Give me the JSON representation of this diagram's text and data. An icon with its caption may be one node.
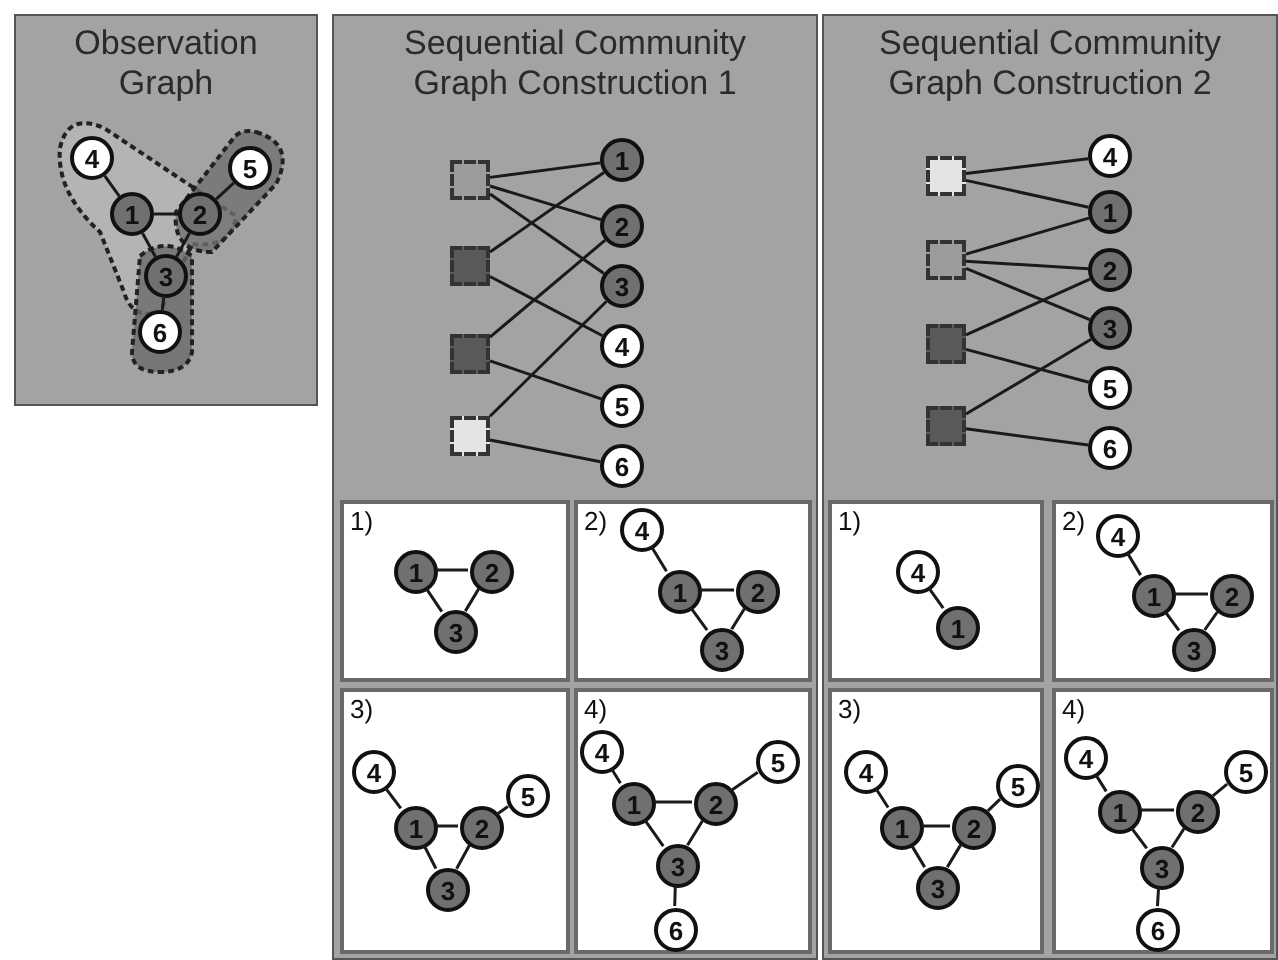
{
  "diagram": {
    "nodes": [
      {
        "text": [
          "Observation Graph"
        ]
      },
      {
        "text": [
          "4"
        ],
        "in": 0
      },
      {
        "text": [
          "5"
        ],
        "in": 0
      },
      {
        "text": [
          "1"
        ],
        "in": 0
      },
      {
        "text": [
          "2"
        ],
        "in": 0
      },
      {
        "text": [
          "3"
        ],
        "in": 0
      },
      {
        "text": [
          "6"
        ],
        "in": 0
      },
      {
        "text": [
          "Sequential Community Graph Construction 1"
        ]
      },
      {
        "text": [],
        "shape": "box",
        "in": 7
      },
      {
        "text": [],
        "shape": "box",
        "in": 7
      },
      {
        "text": [],
        "shape": "box",
        "in": 7
      },
      {
        "text": [],
        "shape": "box",
        "in": 7
      },
      {
        "text": [
          "1"
        ],
        "in": 7
      },
      {
        "text": [
          "2"
        ],
        "in": 7
      },
      {
        "text": [
          "3"
        ],
        "in": 7
      },
      {
        "text": [
          "4"
        ],
        "in": 7
      },
      {
        "text": [
          "5"
        ],
        "in": 7
      },
      {
        "text": [
          "6"
        ],
        "in": 7
      },
      {
        "text": [
          "1)"
        ],
        "in": 7
      },
      {
        "text": [
          "1"
        ],
        "in": 18
      },
      {
        "text": [
          "2"
        ],
        "in": 18
      },
      {
        "text": [
          "3"
        ],
        "in": 18
      },
      {
        "text": [
          "2)"
        ],
        "in": 7
      },
      {
        "text": [
          "4"
        ],
        "in": 22
      },
      {
        "text": [
          "1"
        ],
        "in": 22
      },
      {
        "text": [
          "2"
        ],
        "in": 22
      },
      {
        "text": [
          "3"
        ],
        "in": 22
      },
      {
        "text": [
          "3)"
        ],
        "in": 7
      },
      {
        "text": [
          "4"
        ],
        "in": 27
      },
      {
        "text": [
          "5"
        ],
        "in": 27
      },
      {
        "text": [
          "1"
        ],
        "in": 27
      },
      {
        "text": [
          "2"
        ],
        "in": 27
      },
      {
        "text": [
          "3"
        ],
        "in": 27
      },
      {
        "text": [
          "4)"
        ],
        "in": 7
      },
      {
        "text": [
          "4"
        ],
        "in": 33
      },
      {
        "text": [
          "5"
        ],
        "in": 33
      },
      {
        "text": [
          "1"
        ],
        "in": 33
      },
      {
        "text": [
          "2"
        ],
        "in": 33
      },
      {
        "text": [
          "3"
        ],
        "in": 33
      },
      {
        "text": [
          "6"
        ],
        "in": 33
      },
      {
        "text": [
          "Sequential Community Graph Construction 2"
        ]
      },
      {
        "text": [],
        "shape": "box",
        "in": 40
      },
      {
        "text": [],
        "shape": "box",
        "in": 40
      },
      {
        "text": [],
        "shape": "box",
        "in": 40
      },
      {
        "text": [],
        "shape": "box",
        "in": 40
      },
      {
        "text": [
          "4"
        ],
        "in": 40
      },
      {
        "text": [
          "1"
        ],
        "in": 40
      },
      {
        "text": [
          "2"
        ],
        "in": 40
      },
      {
        "text": [
          "3"
        ],
        "in": 40
      },
      {
        "text": [
          "5"
        ],
        "in": 40
      },
      {
        "text": [
          "6"
        ],
        "in": 40
      },
      {
        "text": [
          "1)"
        ],
        "in": 40
      },
      {
        "text": [
          "4"
        ],
        "in": 51
      },
      {
        "text": [
          "1"
        ],
        "in": 51
      },
      {
        "text": [
          "2)"
        ],
        "in": 40
      },
      {
        "text": [
          "4"
        ],
        "in": 54
      },
      {
        "text": [
          "1"
        ],
        "in": 54
      },
      {
        "text": [
          "2"
        ],
        "in": 54
      },
      {
        "text": [
          "3"
        ],
        "in": 54
      },
      {
        "text": [
          "3)"
        ],
        "in": 40
      },
      {
        "text": [
          "4"
        ],
        "in": 59
      },
      {
        "text": [
          "5"
        ],
        "in": 59
      },
      {
        "text": [
          "1"
        ],
        "in": 59
      },
      {
        "text": [
          "2"
        ],
        "in": 59
      },
      {
        "text": [
          "3"
        ],
        "in": 59
      },
      {
        "text": [
          "4)"
        ],
        "in": 40
      },
      {
        "text": [
          "4"
        ],
        "in": 65
      },
      {
        "text": [
          "5"
        ],
        "in": 65
      },
      {
        "text": [
          "1"
        ],
        "in": 65
      },
      {
        "text": [
          "2"
        ],
        "in": 65
      },
      {
        "text": [
          "3"
        ],
        "in": 65
      },
      {
        "text": [
          "6"
        ],
        "in": 65
      }
    ],
    "edges": [
      {
        "from": 1,
        "to": 3,
        "arrow": "none"
      },
      {
        "from": 2,
        "to": 4,
        "arrow": "none"
      },
      {
        "from": 3,
        "to": 4,
        "arrow": "none"
      },
      {
        "from": 3,
        "to": 5,
        "arrow": "none"
      },
      {
        "from": 4,
        "to": 5,
        "arrow": "none"
      },
      {
        "from": 6,
        "to": 5,
        "arrow": "none"
      },
      {
        "from": 8,
        "to": 12,
        "arrow": "none"
      },
      {
        "from": 8,
        "to": 13,
        "arrow": "none"
      },
      {
        "from": 8,
        "to": 14,
        "arrow": "none"
      },
      {
        "from": 9,
        "to": 12,
        "arrow": "none"
      },
      {
        "from": 9,
        "to": 15,
        "arrow": "none"
      },
      {
        "from": 10,
        "to": 13,
        "arrow": "none"
      },
      {
        "from": 10,
        "to": 16,
        "arrow": "none"
      },
      {
        "from": 11,
        "to": 14,
        "arrow": "none"
      },
      {
        "from": 11,
        "to": 17,
        "arrow": "none"
      },
      {
        "from": 19,
        "to": 20,
        "arrow": "none"
      },
      {
        "from": 19,
        "to": 21,
        "arrow": "none"
      },
      {
        "from": 20,
        "to": 21,
        "arrow": "none"
      },
      {
        "from": 23,
        "to": 24,
        "arrow": "none"
      },
      {
        "from": 24,
        "to": 25,
        "arrow": "none"
      },
      {
        "from": 24,
        "to": 26,
        "arrow": "none"
      },
      {
        "from": 25,
        "to": 26,
        "arrow": "none"
      },
      {
        "from": 28,
        "to": 30,
        "arrow": "none"
      },
      {
        "from": 29,
        "to": 31,
        "arrow": "none"
      },
      {
        "from": 30,
        "to": 31,
        "arrow": "none"
      },
      {
        "from": 30,
        "to": 32,
        "arrow": "none"
      },
      {
        "from": 31,
        "to": 32,
        "arrow": "none"
      },
      {
        "from": 34,
        "to": 36,
        "arrow": "none"
      },
      {
        "from": 35,
        "to": 37,
        "arrow": "none"
      },
      {
        "from": 36,
        "to": 37,
        "arrow": "none"
      },
      {
        "from": 36,
        "to": 38,
        "arrow": "none"
      },
      {
        "from": 37,
        "to": 38,
        "arrow": "none"
      },
      {
        "from": 39,
        "to": 38,
        "arrow": "none"
      },
      {
        "from": 41,
        "to": 45,
        "arrow": "none"
      },
      {
        "from": 41,
        "to": 46,
        "arrow": "none"
      },
      {
        "from": 42,
        "to": 46,
        "arrow": "none"
      },
      {
        "from": 42,
        "to": 47,
        "arrow": "none"
      },
      {
        "from": 42,
        "to": 48,
        "arrow": "none"
      },
      {
        "from": 43,
        "to": 47,
        "arrow": "none"
      },
      {
        "from": 43,
        "to": 49,
        "arrow": "none"
      },
      {
        "from": 44,
        "to": 48,
        "arrow": "none"
      },
      {
        "from": 44,
        "to": 50,
        "arrow": "none"
      },
      {
        "from": 52,
        "to": 53,
        "arrow": "none"
      },
      {
        "from": 55,
        "to": 56,
        "arrow": "none"
      },
      {
        "from": 56,
        "to": 57,
        "arrow": "none"
      },
      {
        "from": 56,
        "to": 58,
        "arrow": "none"
      },
      {
        "from": 57,
        "to": 58,
        "arrow": "none"
      },
      {
        "from": 60,
        "to": 62,
        "arrow": "none"
      },
      {
        "from": 61,
        "to": 63,
        "arrow": "none"
      },
      {
        "from": 62,
        "to": 63,
        "arrow": "none"
      },
      {
        "from": 62,
        "to": 64,
        "arrow": "none"
      },
      {
        "from": 63,
        "to": 64,
        "arrow": "none"
      },
      {
        "from": 66,
        "to": 68,
        "arrow": "none"
      },
      {
        "from": 67,
        "to": 69,
        "arrow": "none"
      },
      {
        "from": 68,
        "to": 69,
        "arrow": "none"
      },
      {
        "from": 68,
        "to": 70,
        "arrow": "none"
      },
      {
        "from": 69,
        "to": 70,
        "arrow": "none"
      },
      {
        "from": 71,
        "to": 70,
        "arrow": "none"
      }
    ]
  }
}
